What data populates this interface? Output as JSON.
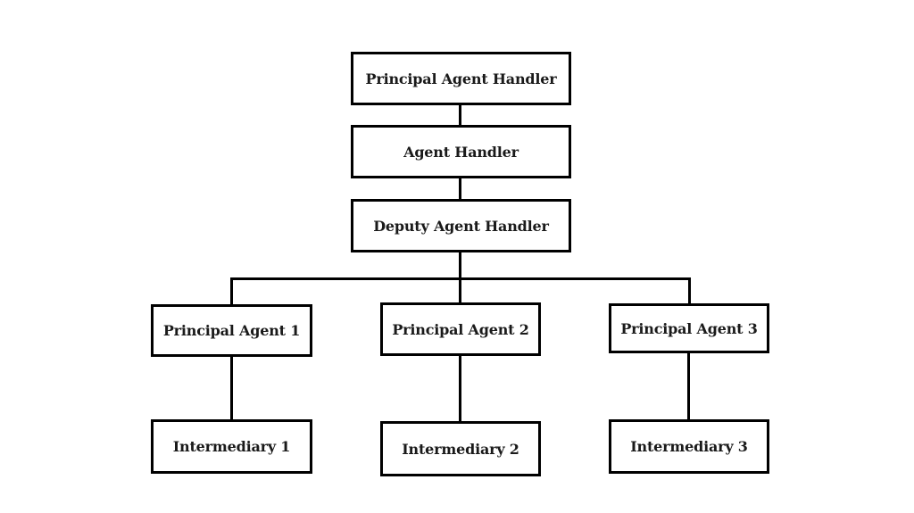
{
  "diagram": {
    "nodes": {
      "principal_agent_handler": "Principal Agent Handler",
      "agent_handler": "Agent Handler",
      "deputy_agent_handler": "Deputy Agent Handler",
      "principal_agent_1": "Principal Agent 1",
      "principal_agent_2": "Principal Agent 2",
      "principal_agent_3": "Principal Agent 3",
      "intermediary_1": "Intermediary 1",
      "intermediary_2": "Intermediary 2",
      "intermediary_3": "Intermediary 3"
    },
    "colors": {
      "line": "#000000",
      "box_border": "#000000",
      "text": "#1a1a1a",
      "background": "#ffffff"
    }
  }
}
